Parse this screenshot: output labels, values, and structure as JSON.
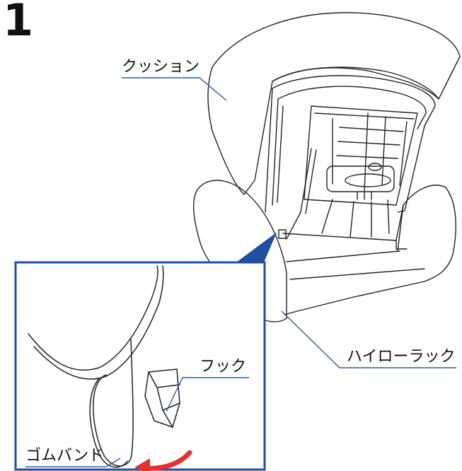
{
  "step_number": "1",
  "labels": {
    "cushion": "クッション",
    "high_low_rack": "ハイローラック",
    "hook": "フック",
    "rubber_band": "ゴムバンド"
  },
  "colors": {
    "callout": "#1f4fa0",
    "leader": "#2a5cae",
    "arrow": "#e53030",
    "line": "#222222"
  }
}
